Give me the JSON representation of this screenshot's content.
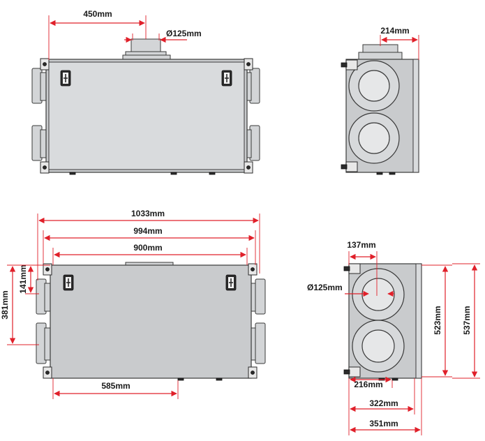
{
  "accent_color": "#e0202a",
  "body_color": "#c9cbcd",
  "dimensions": {
    "top_front_width": "450mm",
    "top_front_duct": "Ø125mm",
    "top_side_width": "214mm",
    "bottom_front_1033": "1033mm",
    "bottom_front_994": "994mm",
    "bottom_front_900": "900mm",
    "bottom_front_141": "141mm",
    "bottom_front_381": "381mm",
    "bottom_front_585": "585mm",
    "side_137": "137mm",
    "side_duct": "Ø125mm",
    "side_523": "523mm",
    "side_537": "537mm",
    "side_216": "216mm",
    "side_322": "322mm",
    "side_351": "351mm"
  },
  "icons": {
    "handle": "handle-icon",
    "hinge": "hinge-icon"
  }
}
